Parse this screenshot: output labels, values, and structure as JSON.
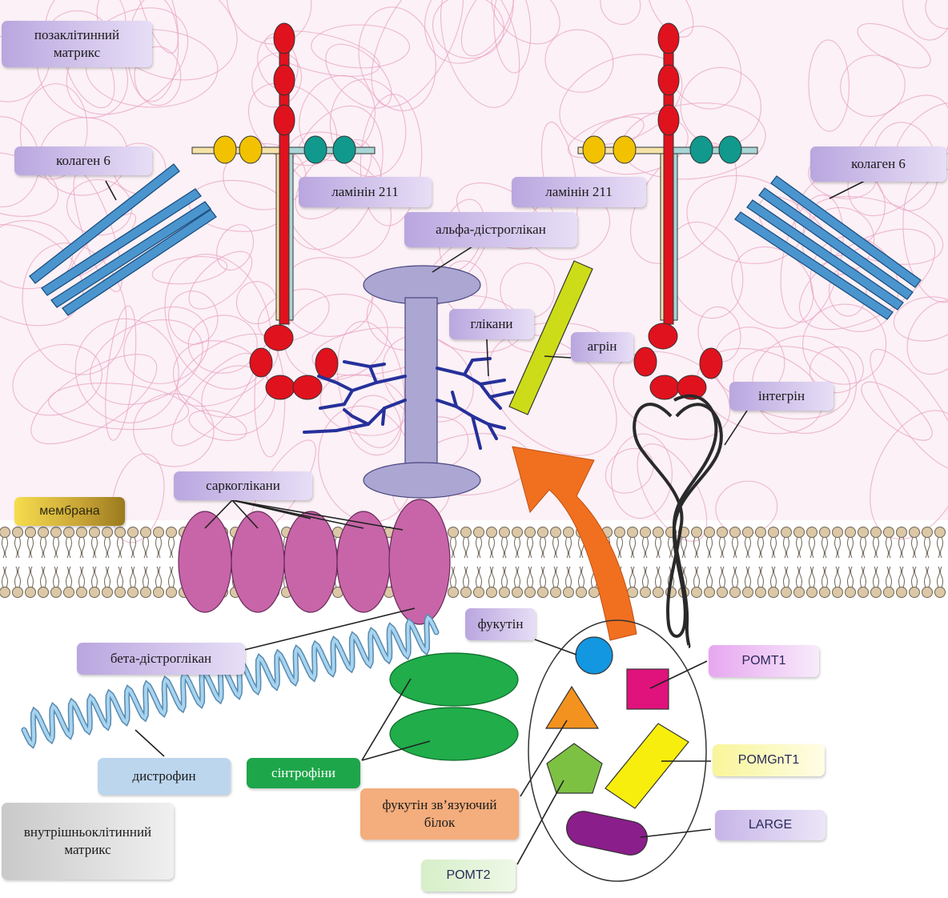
{
  "labels": {
    "extracellular": "позаклітинний\nматрикс",
    "collagen_left": "колаген 6",
    "collagen_right": "колаген 6",
    "laminin_left": "ламінін 211",
    "laminin_right": "ламінін 211",
    "alpha_dg": "альфа-дістроглікан",
    "glycans": "глікани",
    "agrin": "агрін",
    "integrin": "інтегрін",
    "sarcoglycans": "саркоглікани",
    "membrane": "мембрана",
    "fukutin": "фукутін",
    "beta_dg": "бета-дістроглікан",
    "pomt1": "POMT1",
    "pomgnt1": "POMGnT1",
    "large": "LARGE",
    "dystrophin": "дистрофин",
    "syntrophins": "сінтрофіни",
    "fukutin_binding": "фукутін зв’язуючий\nбілок",
    "pomt2": "POMT2",
    "intracellular": "внутрішньоклітинний\nматрикс"
  },
  "colors": {
    "fiber": "#e9a3c2",
    "laminin_red": "#e0121e",
    "laminin_yellow": "#f2c200",
    "laminin_teal": "#11998e",
    "collagen": "#4b95cf",
    "dystroglycan": "#aba6d2",
    "glycan": "#26309a",
    "agrin": "#cddc18",
    "sarcoglycan": "#c765a8",
    "lipid_head": "#dcc8a6",
    "syntrophin": "#20ad4a",
    "dystrophin": "#a6d4ef",
    "arrow": "#f07020",
    "fukutin": "#1297e0",
    "pomt1": "#e0127c",
    "fkrp": "#f3921e",
    "pomt2": "#7dc143",
    "pomgnt1": "#f8ee0d",
    "large": "#8a1e8a"
  }
}
